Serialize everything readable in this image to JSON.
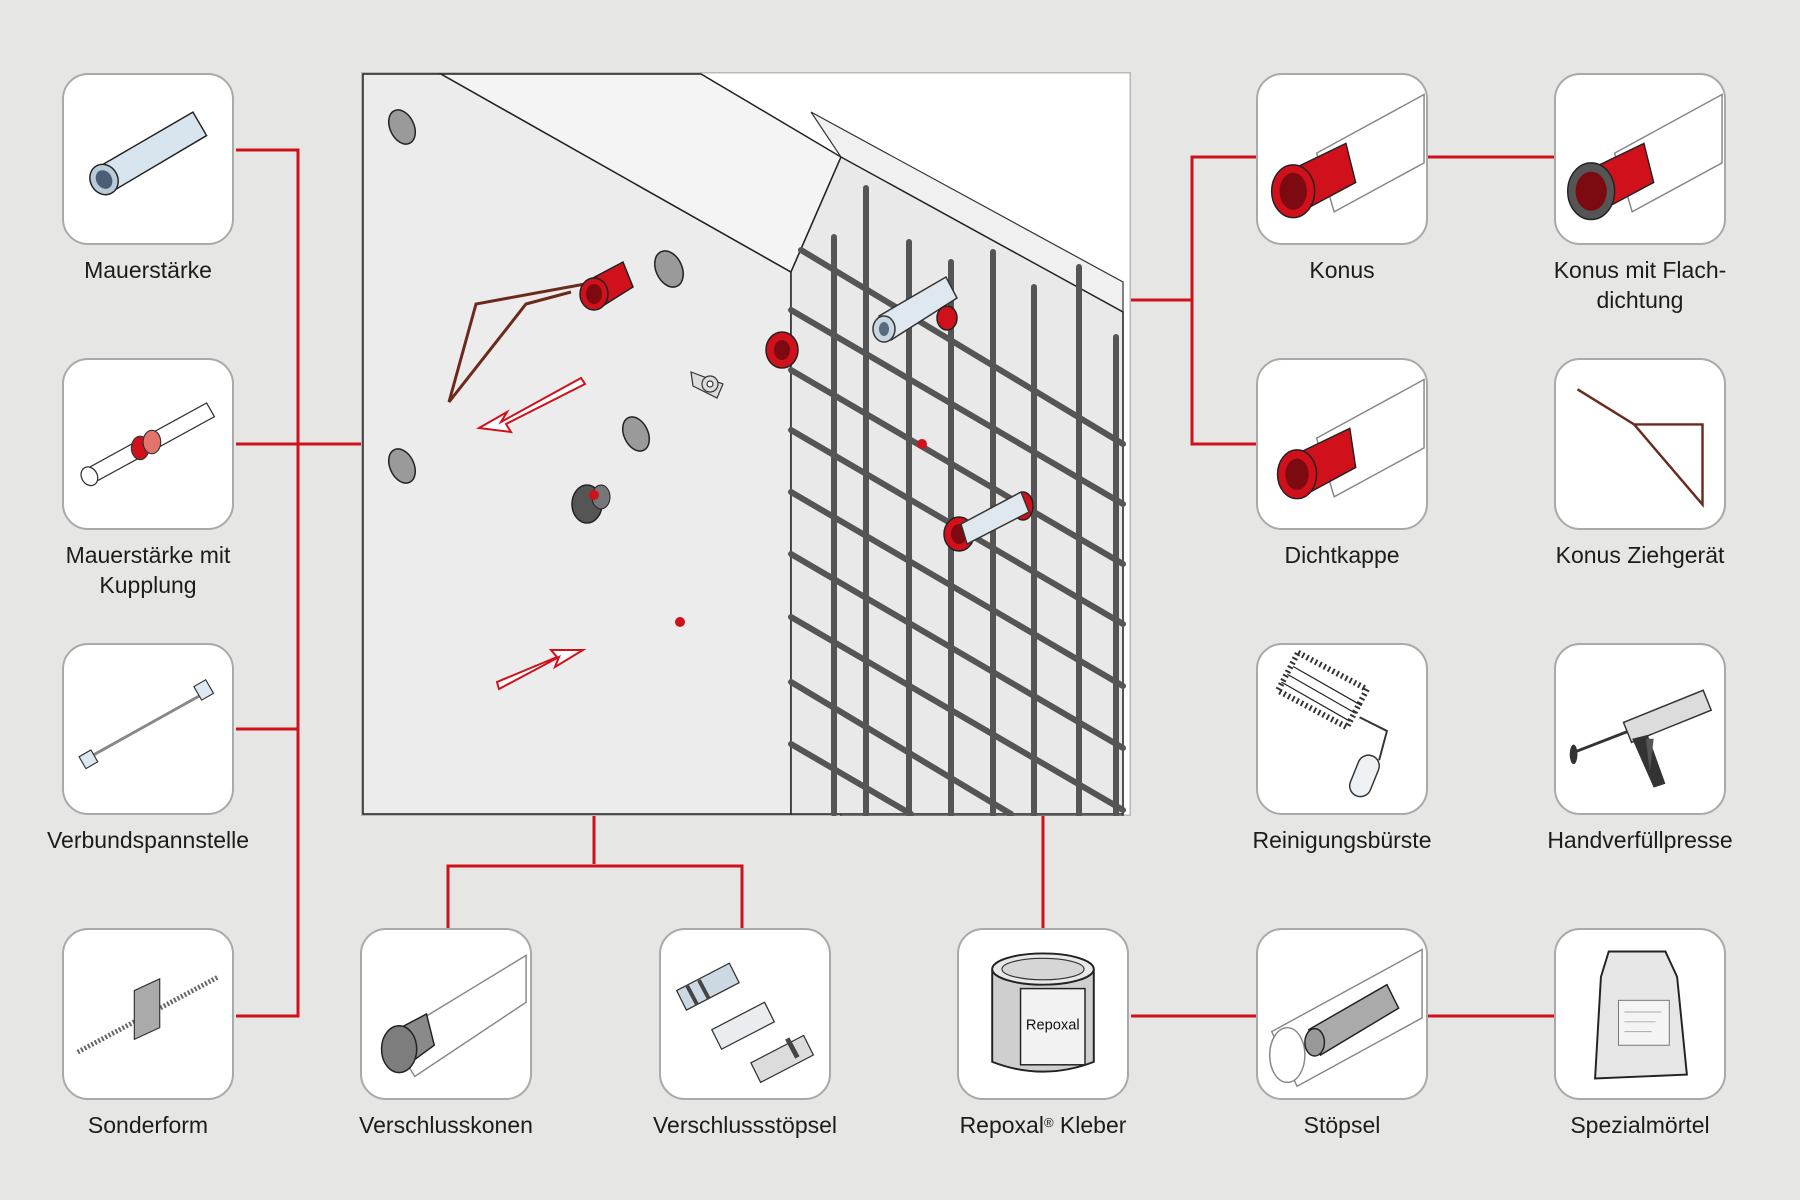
{
  "diagram": {
    "accent_color": "#d0111b",
    "background_color": "#e6e6e4",
    "components": [
      {
        "id": "mauerstaerke",
        "label": "Mauerstärke",
        "icon": "plastic-tube-icon"
      },
      {
        "id": "mauerstaerke-kupplung",
        "label_line1": "Mauerstärke mit",
        "label_line2": "Kupplung",
        "icon": "tube-with-coupling-icon"
      },
      {
        "id": "verbundspannstelle",
        "label": "Verbundspannstelle",
        "icon": "tie-rod-icon"
      },
      {
        "id": "sonderform",
        "label": "Sonderform",
        "icon": "threaded-rod-with-plate-icon"
      },
      {
        "id": "verschlusskonen",
        "label": "Verschlusskonen",
        "icon": "grey-cone-plug-icon"
      },
      {
        "id": "verschlussstoepsel",
        "label": "Verschlussstöpsel",
        "icon": "plug-set-icon"
      },
      {
        "id": "repoxal",
        "label_main": "Repoxal",
        "label_reg": "®",
        "label_rest": " Kleber",
        "can_text": "Repoxal",
        "icon": "adhesive-can-icon"
      },
      {
        "id": "stoepsel",
        "label": "Stöpsel",
        "icon": "stopper-in-tube-icon"
      },
      {
        "id": "spezialmoertel",
        "label": "Spezialmörtel",
        "icon": "mortar-bag-icon"
      },
      {
        "id": "konus",
        "label": "Konus",
        "icon": "red-cone-icon"
      },
      {
        "id": "konus-flachdichtung",
        "label_line1": "Konus mit Flach-",
        "label_line2": "dichtung",
        "icon": "red-cone-with-gasket-icon"
      },
      {
        "id": "dichtkappe",
        "label": "Dichtkappe",
        "icon": "sealing-cap-icon"
      },
      {
        "id": "konus-ziehgeraet",
        "label": "Konus Ziehgerät",
        "icon": "cone-puller-wire-icon"
      },
      {
        "id": "reinigungsbuerste",
        "label": "Reinigungsbürste",
        "icon": "cleaning-brush-icon"
      },
      {
        "id": "handverfuellpresse",
        "label": "Handverfüllpresse",
        "icon": "caulking-gun-icon"
      }
    ]
  }
}
